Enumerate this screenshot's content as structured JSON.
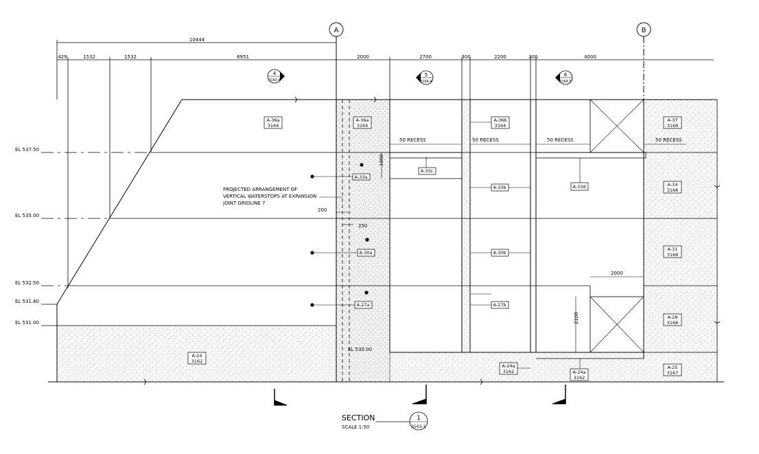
{
  "grid_lines": {
    "a": "A",
    "b": "B"
  },
  "dimensions": {
    "overall": "10444",
    "top": [
      "429",
      "1532",
      "1532",
      "6951",
      "2000",
      "2700",
      "300",
      "2200",
      "300",
      "4000"
    ],
    "recess_1000": "1000",
    "recess_200": "200",
    "recess_250": "250",
    "opening_2000": "2000",
    "opening_2100": "2100"
  },
  "recess_labels": [
    "50 RECESS",
    "50 RECESS",
    "50 RECESS",
    "50 RECESS"
  ],
  "levels": [
    "EL 537.50",
    "EL 535.00",
    "EL 532.50",
    "EL 531.80",
    "EL 531.00"
  ],
  "floor_level": "EL 530.00",
  "section_markers": [
    {
      "num": "4",
      "ref": "3163-4"
    },
    {
      "num": "5",
      "ref": "3164-4"
    },
    {
      "num": "6",
      "ref": "3164-5"
    }
  ],
  "note": [
    "PROJECTED ARRANGEMENT OF",
    "VERTICAL WATERSTOPS AT EXPANSION",
    "JOINT GRIDLINE 7"
  ],
  "tags": {
    "a36a_1": [
      "A-36a",
      "3164"
    ],
    "a36a_2": [
      "A-36a",
      "3164"
    ],
    "a36b": [
      "A-36b",
      "3164"
    ],
    "a37": [
      "A-37",
      "3168"
    ],
    "a34": [
      "A-34",
      "3168"
    ],
    "a31": [
      "A-31",
      "3168"
    ],
    "a28": [
      "A-28",
      "3168"
    ],
    "a24": [
      "A-24",
      "3162"
    ],
    "a24a_1": [
      "A-24a",
      "3162"
    ],
    "a24a_2": [
      "A-24a",
      "3162"
    ],
    "a25": [
      "A-25",
      "3167"
    ],
    "a33a": "A-33a",
    "a33c": "A-33c",
    "a33b": "A-33b",
    "a33d": "A-33d",
    "a30a": "A-30a",
    "a30b": "A-30b",
    "a27a": "A-27a",
    "a27b": "A-27b"
  },
  "title": {
    "heading": "SECTION",
    "scale": "SCALE 1:50",
    "number": "1",
    "ref": "3163-1"
  }
}
